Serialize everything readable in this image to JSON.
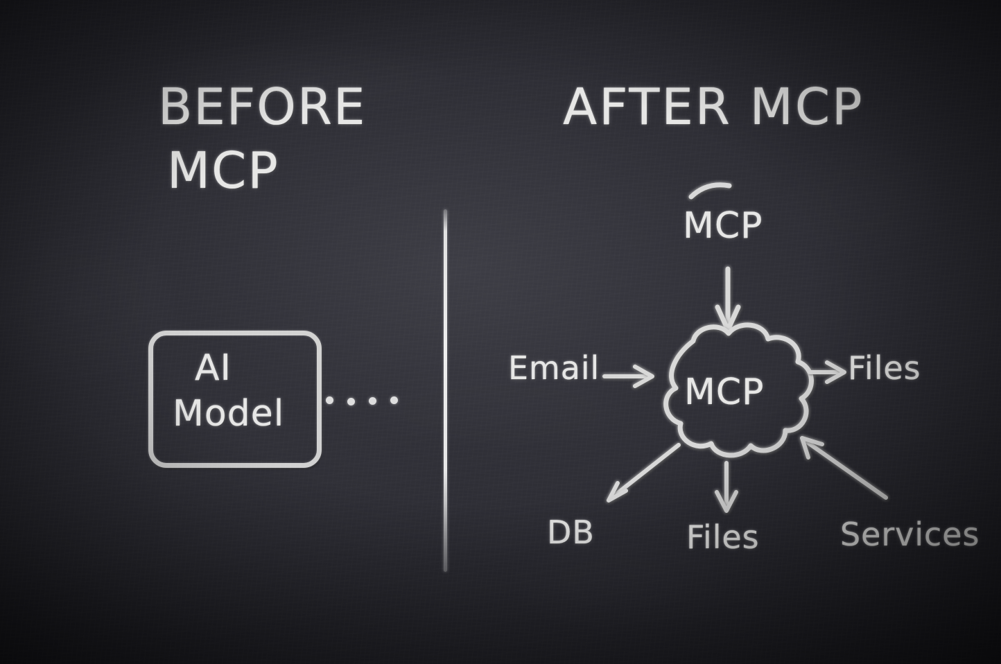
{
  "board": {
    "background_color": "#2a2a31",
    "chalk_color": "#e7e7e6"
  },
  "left_panel": {
    "heading_line1": "BEFORE",
    "heading_line2": "MCP",
    "ai_box": {
      "label_line1": "AI",
      "label_line2": "Model"
    },
    "ellipsis_dots": 4
  },
  "divider": {
    "orientation": "vertical"
  },
  "right_panel": {
    "heading": "AFTER MCP",
    "top_label": "MCP",
    "cloud_label": "MCP",
    "nodes": [
      {
        "label": "Email",
        "position": "left",
        "arrow_direction": "into-cloud"
      },
      {
        "label": "Files",
        "position": "right",
        "arrow_direction": "out-of-cloud"
      },
      {
        "label": "DB",
        "position": "bottom-left",
        "arrow_direction": "out-of-cloud"
      },
      {
        "label": "Files",
        "position": "bottom",
        "arrow_direction": "out-of-cloud"
      },
      {
        "label": "Services",
        "position": "bottom-right",
        "arrow_direction": "into-cloud"
      }
    ]
  }
}
